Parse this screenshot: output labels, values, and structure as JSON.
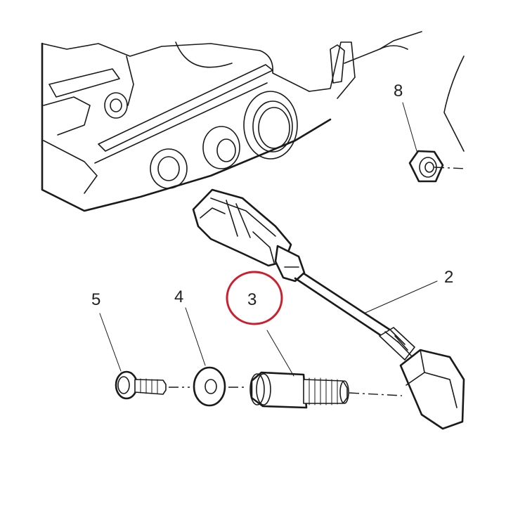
{
  "callouts": {
    "c2": "2",
    "c3": "3",
    "c4": "4",
    "c5": "5",
    "c8": "8"
  },
  "highlight": {
    "target": "3",
    "color": "#cc1f2e"
  }
}
